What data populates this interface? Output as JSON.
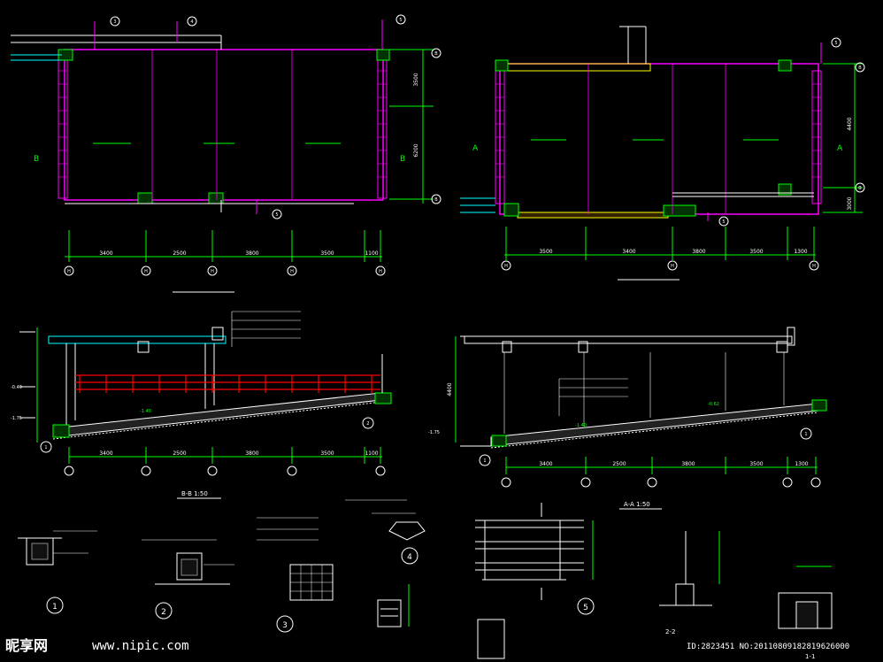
{
  "colors": {
    "background": "#000000",
    "wall_fill": "#ff00ff",
    "dimension": "#00ff00",
    "text": "#ffffff",
    "annotation": "#ffff00",
    "railing": "#ff0000",
    "section": "#00ffff"
  },
  "plan_left": {
    "dims_bottom": [
      "3400",
      "2500",
      "3800",
      "3500",
      "1100"
    ],
    "dims_right": [
      "3500",
      "6200"
    ],
    "axis_bottom": [
      "H",
      "H",
      "H",
      "H",
      "H"
    ],
    "axis_right": [
      "B",
      "B"
    ],
    "section_letters": [
      "B",
      "B"
    ],
    "detail_numbers": [
      "3",
      "4",
      "5",
      "5"
    ]
  },
  "plan_right": {
    "dims_bottom": [
      "3500",
      "3400",
      "3800",
      "3500",
      "1300"
    ],
    "dims_right": [
      "4400",
      "3000"
    ],
    "axis_bottom": [
      "H",
      "H",
      "H"
    ],
    "axis_right": [
      "B",
      "B"
    ],
    "section_letters": [
      "A",
      "A"
    ],
    "detail_numbers": [
      "5",
      "5"
    ]
  },
  "section_bb": {
    "title": "B-B  1:50",
    "dims_bottom": [
      "3400",
      "2500",
      "3800",
      "3500",
      "1100"
    ],
    "elevations": [
      "-1.75",
      "-0.40",
      "-1.40"
    ],
    "detail_numbers": [
      "1",
      "2"
    ]
  },
  "section_aa": {
    "title": "A-A  1:50",
    "dims_bottom": [
      "3400",
      "2500",
      "3800",
      "3500",
      "1300"
    ],
    "dims_left": [
      "4400"
    ],
    "elevations": [
      "-1.75",
      "-1.40",
      "-0.62"
    ],
    "detail_numbers": [
      "1",
      "1"
    ]
  },
  "details": [
    {
      "num": "1"
    },
    {
      "num": "2"
    },
    {
      "num": "3"
    },
    {
      "num": "4"
    },
    {
      "num": "5"
    }
  ],
  "section_marks": [
    "1-1",
    "2-2"
  ],
  "watermark": {
    "brand": "昵享网",
    "url": "www.nipic.com",
    "id_text": "ID:2823451 NO:20110809182819626000"
  }
}
